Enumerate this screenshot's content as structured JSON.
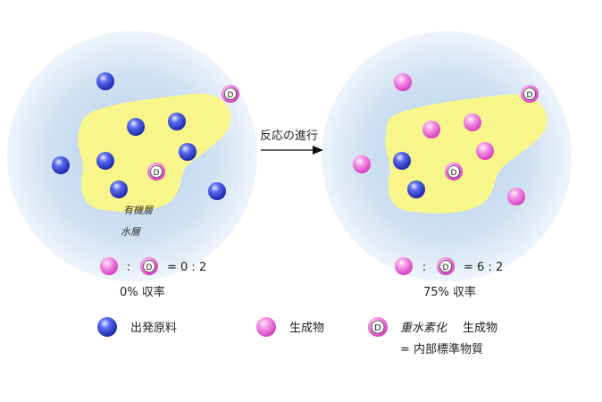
{
  "left_panel": {
    "organic_label": "有機層",
    "water_label": "水層",
    "ratio_text": "= 0 : 2",
    "ratio_colon": ":",
    "yield_text": "0% 収率"
  },
  "right_panel": {
    "ratio_text": "= 6 : 2",
    "ratio_colon": ":",
    "yield_text": "75% 収率"
  },
  "arrow": {
    "label": "反応の進行"
  },
  "standard_letter": "D",
  "legend": {
    "starting_material": "出発原料",
    "product": "生成物",
    "deuterated_prefix": "重水素化",
    "deuterated_suffix": "生成物",
    "internal_standard": "= 内部標準物質"
  },
  "colors": {
    "blue_molecule": "#2b3fd6",
    "pink_molecule": "#f25fd6",
    "organic_layer": "#f8f58a",
    "water_layer": "#cfe0f2"
  }
}
